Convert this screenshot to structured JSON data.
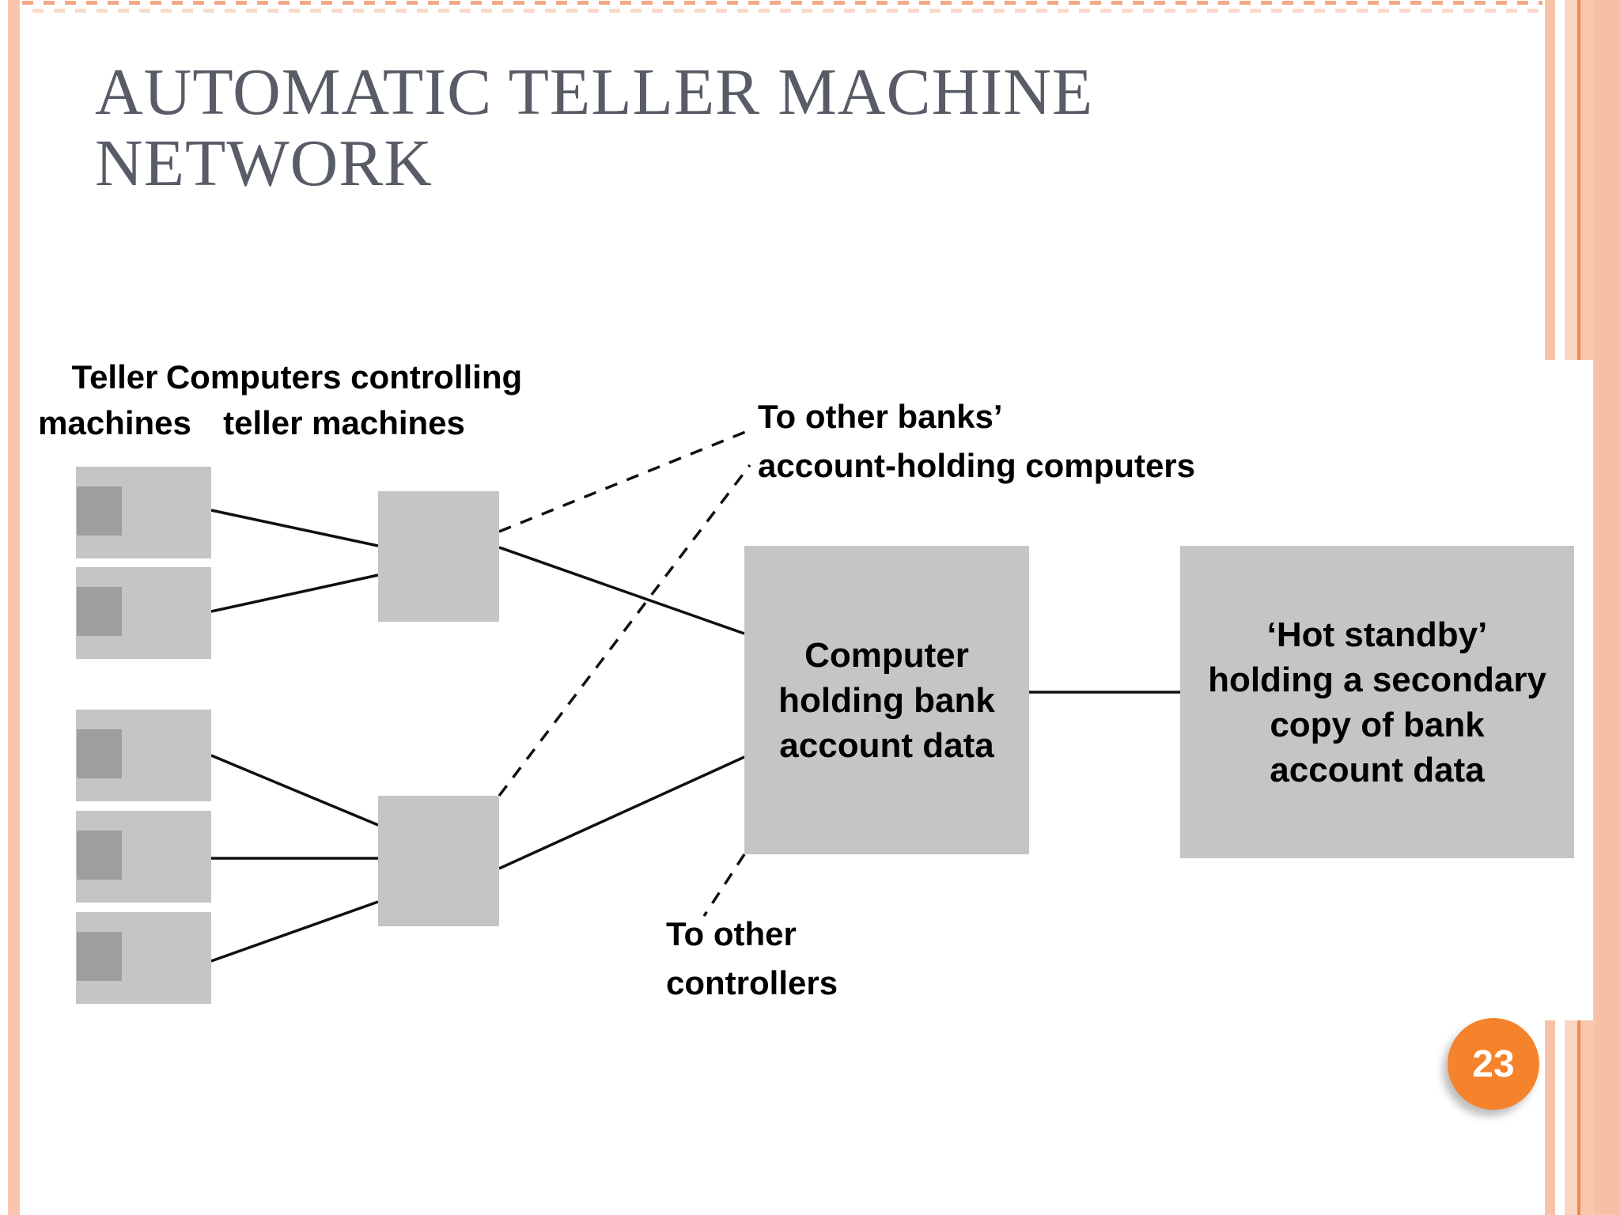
{
  "slide": {
    "title_line1": "AUTOMATIC TELLER MACHINE",
    "title_line2": "NETWORK",
    "page_number": "23"
  },
  "diagram": {
    "labels": {
      "teller_machines": [
        "Teller",
        "machines"
      ],
      "controlling": [
        "Computers controlling",
        "teller machines"
      ],
      "other_banks": [
        "To other banks’",
        "account-holding computers"
      ],
      "other_controllers": [
        "To other",
        "controllers"
      ]
    },
    "nodes": {
      "main_computer": [
        "Computer",
        "holding bank",
        "account data"
      ],
      "hot_standby": [
        "‘Hot standby’",
        "holding a secondary",
        "copy of bank",
        "account data"
      ]
    }
  },
  "colors": {
    "accent_peach": "#f8c5ac",
    "accent_orange_line": "#ee8a51",
    "badge_orange": "#f5832c",
    "box_gray": "#c5c5c5",
    "box_inner_gray": "#9e9e9e",
    "title_gray": "#575c66",
    "diagram_ink": "#000000"
  }
}
